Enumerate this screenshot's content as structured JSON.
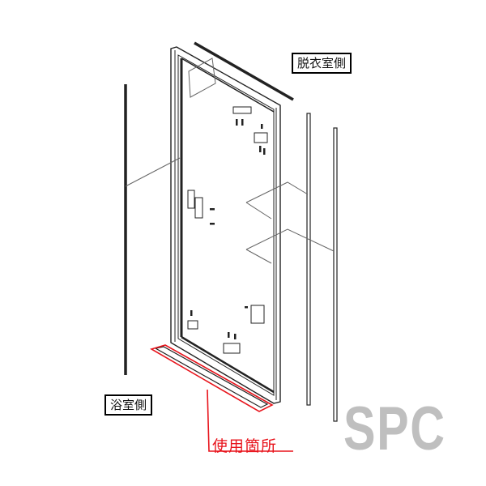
{
  "labels": {
    "dressing_room_side": "脱衣室側",
    "bathroom_side": "浴室側",
    "usage_location": "使用箇所"
  },
  "watermark": "SPC",
  "colors": {
    "highlight": "#e8141c",
    "watermark": "#bfbfbf"
  }
}
